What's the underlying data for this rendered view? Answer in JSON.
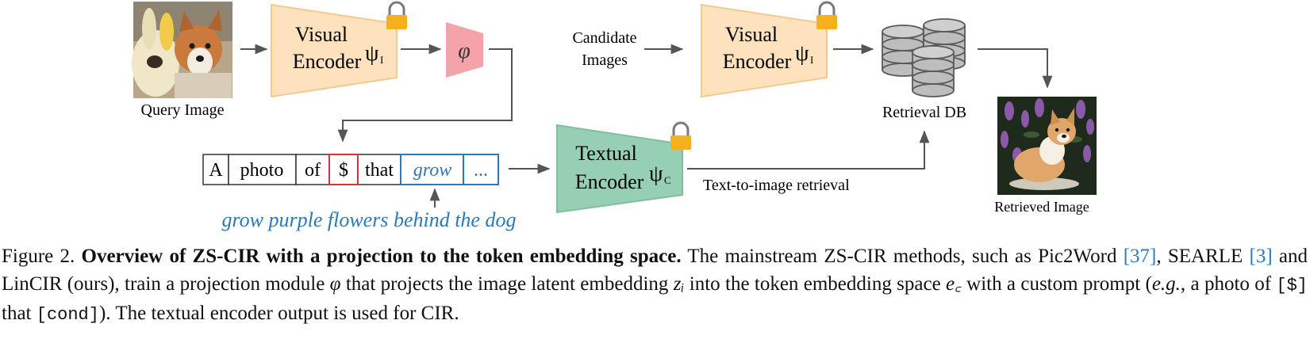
{
  "figure": {
    "query_image_label": "Query Image",
    "visual_encoder_label_1": "Visual",
    "visual_encoder_label_2": "Encoder",
    "visual_encoder_psi": "ψ",
    "visual_encoder_sub": "I",
    "projection_symbol": "φ",
    "candidate_label_1": "Candidate",
    "candidate_label_2": "Images",
    "retrieval_db_label": "Retrieval DB",
    "retrieved_image_label": "Retrieved Image",
    "textual_encoder_label_1": "Textual",
    "textual_encoder_label_2": "Encoder",
    "textual_encoder_psi": "ψ",
    "textual_encoder_sub": "C",
    "t2i_label": "Text-to-image retrieval",
    "tokens": [
      "A",
      "photo",
      "of",
      "$",
      "that",
      "grow",
      "..."
    ],
    "condition_text": "grow purple flowers behind the dog",
    "colors": {
      "encoder_fill": "#fde2bd",
      "encoder_stroke": "#f2c98e",
      "phi_fill": "#f4a3ab",
      "text_encoder_fill": "#96cfb3",
      "text_encoder_stroke": "#7fbf9f",
      "lock": "#f5b01e",
      "token_red": "#d9343a",
      "token_blue": "#2a7ab8",
      "arrow": "#555555",
      "db_fill": "#bdbdbd"
    }
  },
  "caption": {
    "figure_num": "Figure 2.",
    "title": "Overview of ZS-CIR with a projection to the token embedding space.",
    "t1": "The mainstream ZS-CIR methods, such as Pic2Word",
    "c1": "[37]",
    "t2": ", SEARLE",
    "c2": "[3]",
    "t3": "and LinCIR (ours), train a projection module",
    "phi": "φ",
    "t4": "that projects the image latent embedding",
    "zi": "zᵢ",
    "t5": "into the token embedding space",
    "ec": "e꜀",
    "t6": "with a custom prompt (",
    "eg": "e.g.",
    "t7": ", a photo of",
    "m1": "[$]",
    "t8": "that",
    "m2": "[cond]",
    "t9": "). The textual encoder output is used for CIR."
  }
}
